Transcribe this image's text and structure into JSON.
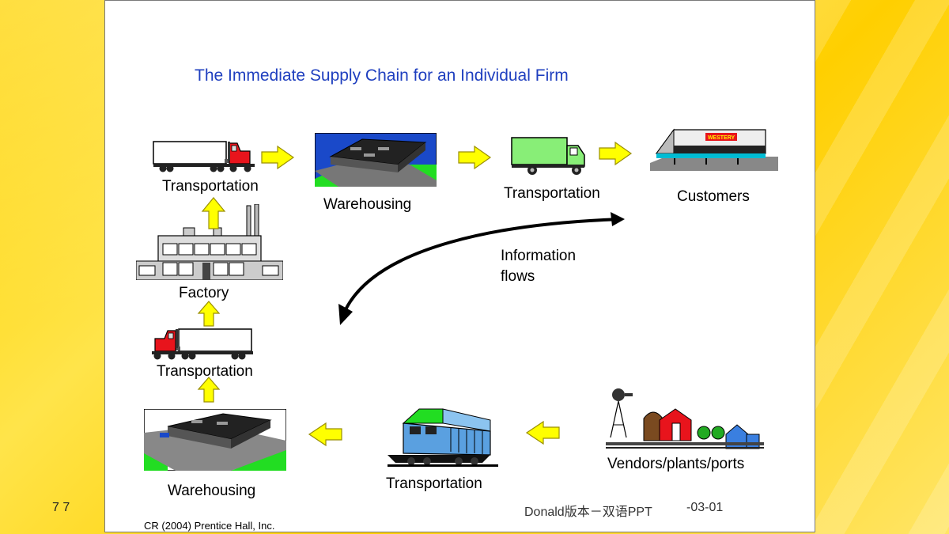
{
  "title": "The Immediate Supply Chain for an Individual Firm",
  "labels": {
    "transport_top": "Transportation",
    "warehousing_top": "Warehousing",
    "transport_green": "Transportation",
    "customers": "Customers",
    "factory": "Factory",
    "transport_mid": "Transportation",
    "warehousing_bottom": "Warehousing",
    "transport_rail": "Transportation",
    "vendors": "Vendors/plants/ports",
    "info_line1": "Information",
    "info_line2": "flows",
    "store_sign": "WESTERY"
  },
  "footer": {
    "page_number": "7 7",
    "credit": "CR (2004) Prentice Hall, Inc.",
    "version": "Donald版本－双语PPT",
    "code": "-03-01"
  },
  "colors": {
    "title": "#1f3fbf",
    "arrow_fill": "#ffff00",
    "arrow_stroke": "#b0a000",
    "truck_cab": "#e8141c",
    "green_truck": "#88ee77",
    "warehouse_ground": "#1a49c9",
    "warehouse_grass": "#22dd22",
    "barn": "#e8141c",
    "house": "#3a7fe0",
    "locomotive": "#5aa0e0"
  }
}
